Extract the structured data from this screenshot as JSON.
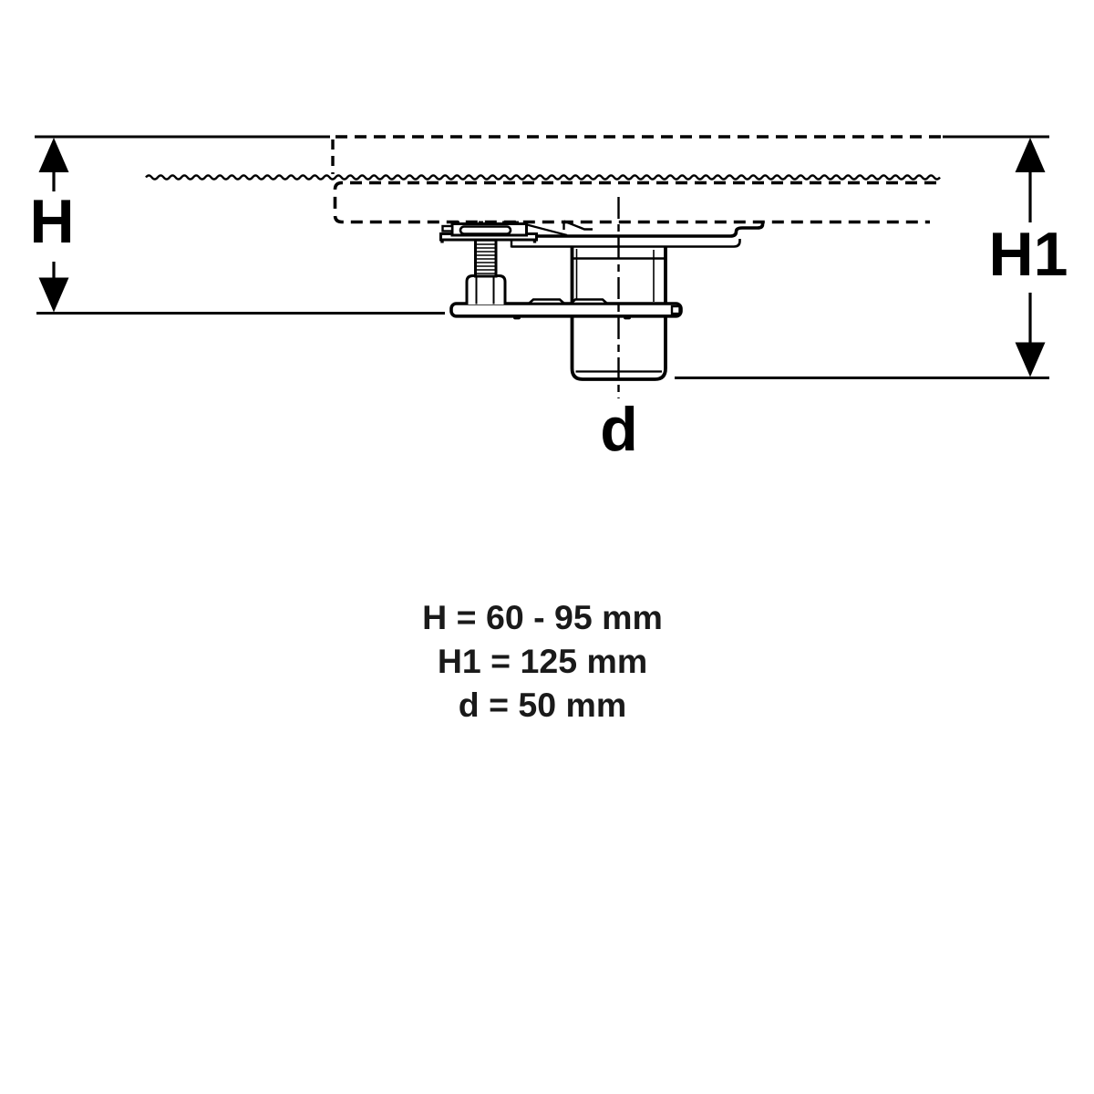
{
  "drawing": {
    "dim_h_label": "H",
    "dim_h1_label": "H1",
    "dim_d_label": "d"
  },
  "legend": [
    "H = 60 - 95 mm",
    "H1 = 125 mm",
    "d = 50 mm"
  ],
  "colors": {
    "line": "#000000",
    "background": "#ffffff"
  }
}
